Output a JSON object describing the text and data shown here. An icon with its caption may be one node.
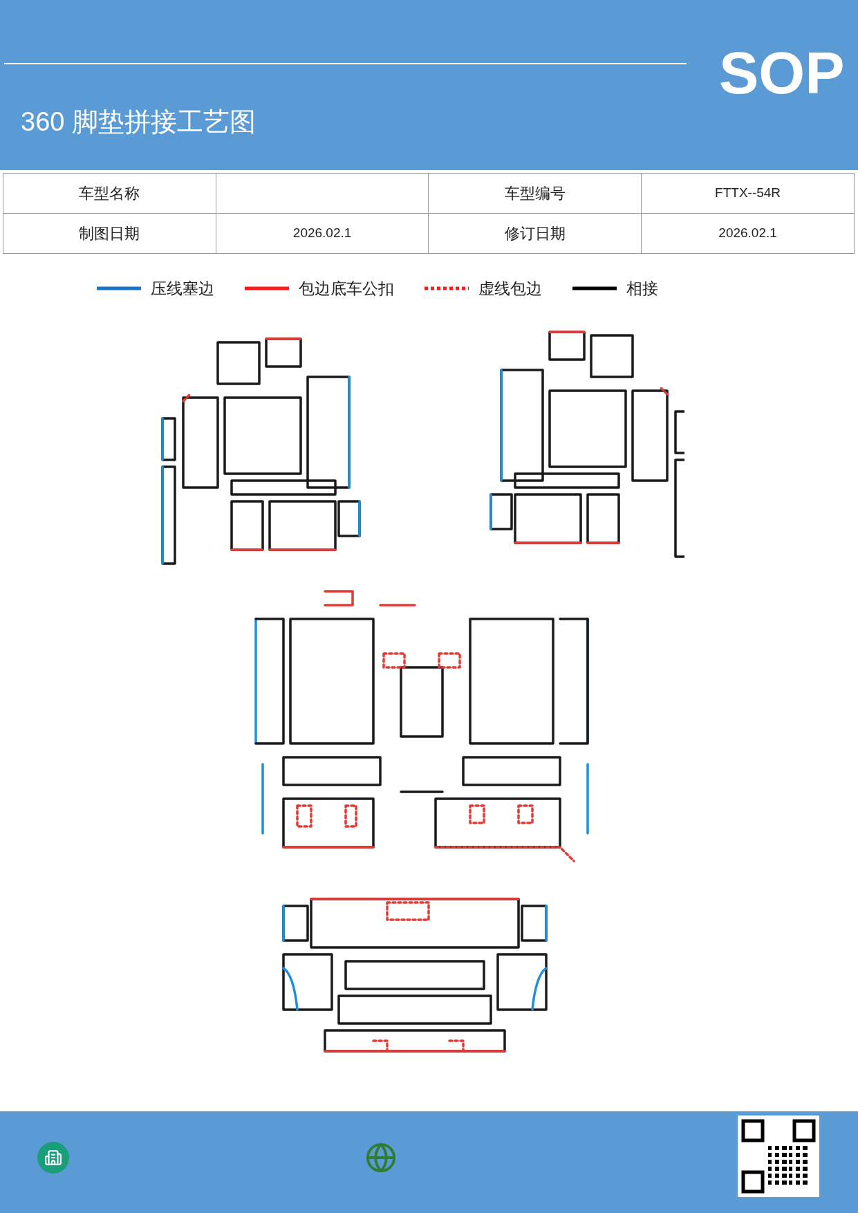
{
  "diagram": {
    "title": "360 脚垫拼接工艺图",
    "labels": [
      "SOP",
      "车型名称",
      "车型编号",
      "FTTX--54R",
      "制图日期",
      "2026.02.1",
      "修订日期",
      "2026.02.1"
    ],
    "legend": [
      {
        "text": "压线塞边"
      },
      {
        "text": "包边底车公扣"
      },
      {
        "text": "虚线包边"
      },
      {
        "text": "相接"
      }
    ]
  }
}
